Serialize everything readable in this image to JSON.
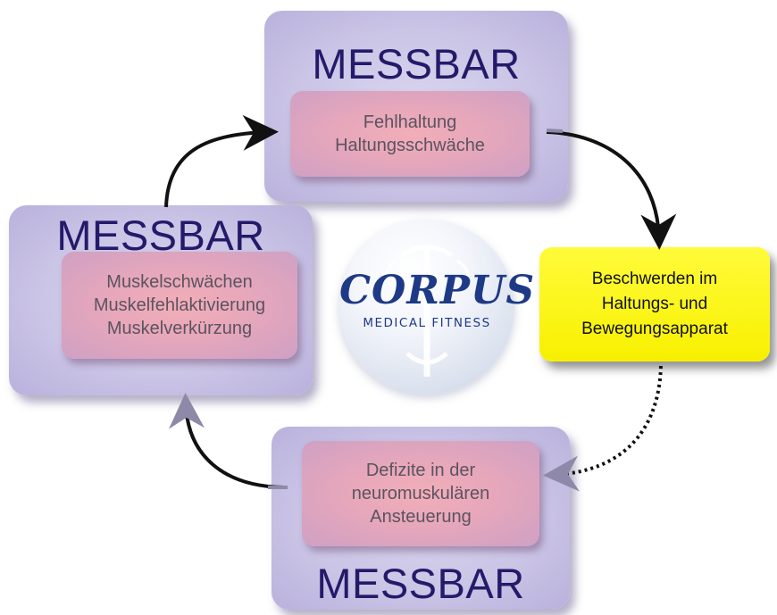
{
  "diagram": {
    "top": {
      "heading": "MESSBAR",
      "lines": [
        "Fehlhaltung",
        "Haltungsschwäche"
      ]
    },
    "left": {
      "heading": "MESSBAR",
      "lines": [
        "Muskelschwächen",
        "Muskelfehlaktivierung",
        "Muskelverkürzung"
      ]
    },
    "bottom": {
      "heading": "MESSBAR",
      "lines": [
        "Defizite in der",
        "neuromuskulären",
        "Ansteuerung"
      ]
    },
    "right": {
      "lines": [
        "Beschwerden im",
        "Haltungs- und",
        "Bewegungsapparat"
      ]
    },
    "logo": {
      "word": "CORPUS",
      "subtitle": "MEDICAL FITNESS"
    },
    "colors": {
      "heading": "#241a6a",
      "panel": "#cbc5e6",
      "inner_box": "#e6a7bb",
      "highlight_box": "#f8f000",
      "logo": "#1e3a86"
    }
  }
}
